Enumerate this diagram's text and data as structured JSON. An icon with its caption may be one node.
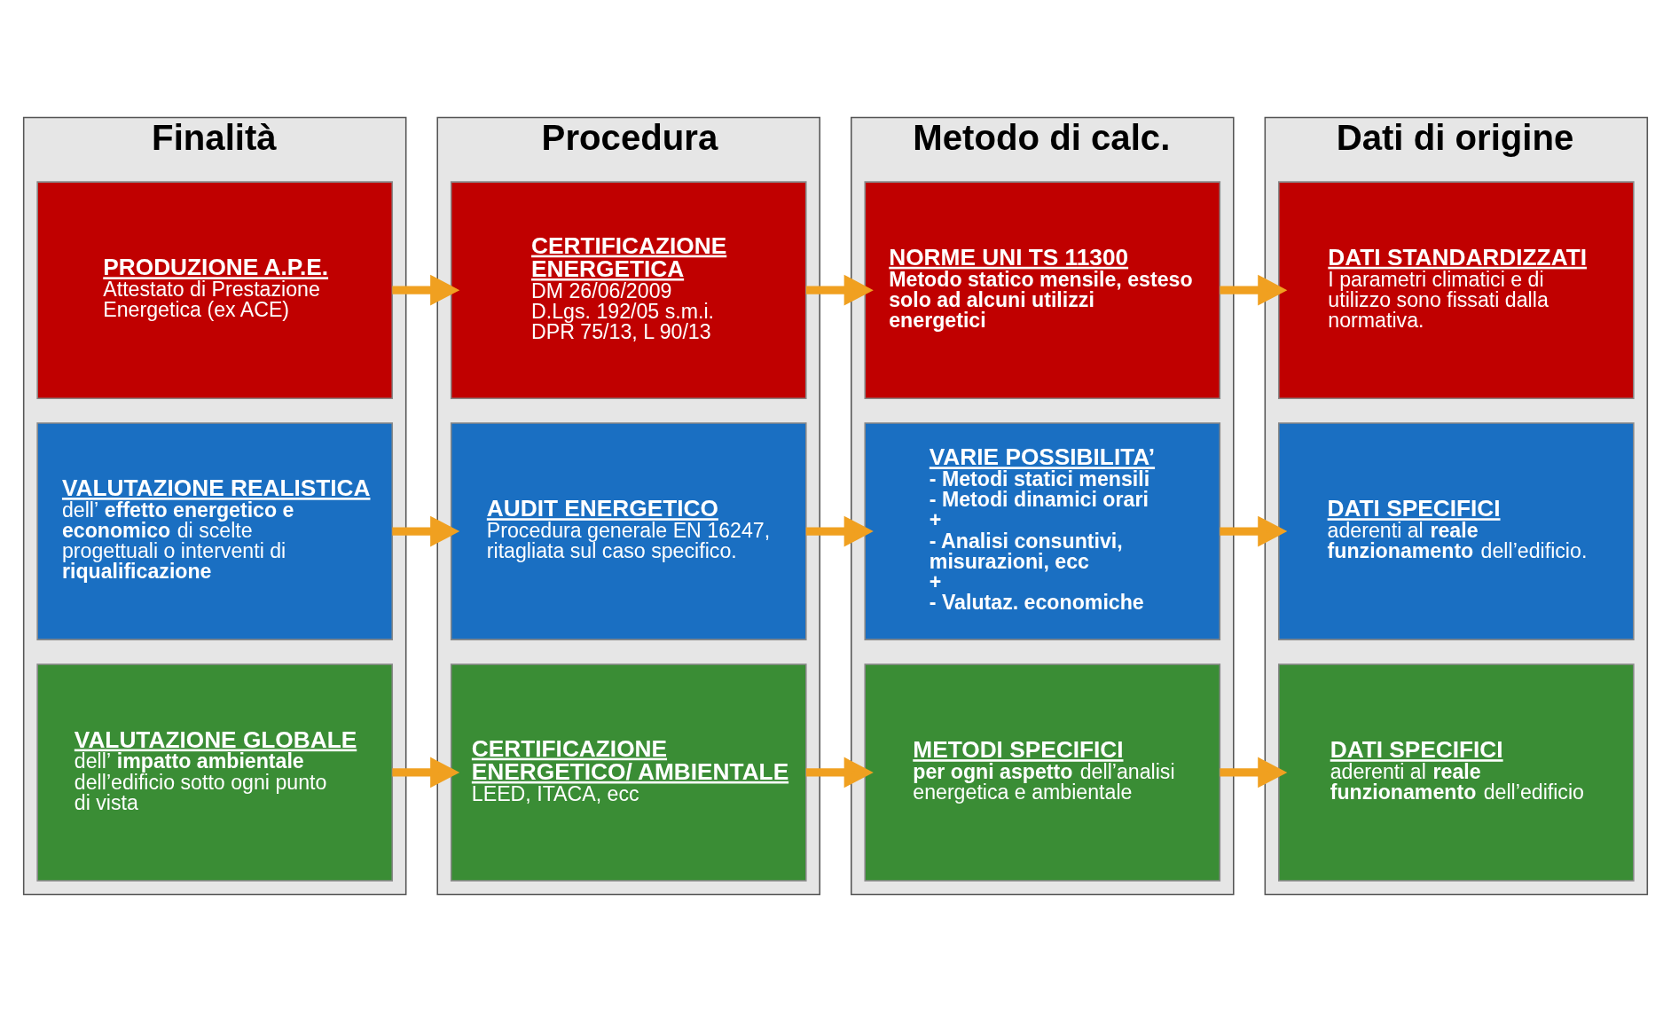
{
  "diagram": {
    "nodes": [
      {
        "text": [
          "Finalità"
        ]
      },
      {
        "text": [
          "PRODUZIONE A.P.E.",
          "Attestato di Prestazione Energetica  (ex ACE)"
        ],
        "in": 0
      },
      {
        "text": [
          "VALUTAZIONE REALISTICA",
          "dell’**effetto energetico e economico** di scelte progettuali o interventi di **riqualificazione**"
        ],
        "in": 0
      },
      {
        "text": [
          "VALUTAZIONE GLOBALE",
          "dell’**impatto ambientale** dell’edificio sotto ogni punto di vista"
        ],
        "in": 0
      },
      {
        "text": [
          "Procedura"
        ]
      },
      {
        "text": [
          "CERTIFICAZIONE ENERGETICA",
          "DM 26/06/2009",
          "D.Lgs. 192/05 s.m.i.",
          "DPR 75/13, L 90/13"
        ],
        "in": 4
      },
      {
        "text": [
          "AUDIT ENERGETICO",
          "Procedura generale EN 16247, ritagliata sul caso specifico."
        ],
        "in": 4
      },
      {
        "text": [
          "CERTIFICAZIONE ENERGETICO/ AMBIENTALE",
          "LEED, ITACA, ecc"
        ],
        "in": 4
      },
      {
        "text": [
          "Metodo di calc."
        ]
      },
      {
        "text": [
          "NORME UNI TS 11300",
          "Metodo statico mensile, esteso solo ad alcuni utilizzi energetici"
        ],
        "in": 8
      },
      {
        "text": [
          "VARIE POSSIBILITA’",
          "- Metodi statici mensili",
          "- Metodi dinamici orari",
          "+",
          "- Analisi consuntivi, misurazioni, ecc",
          "+",
          "- Valutaz. economiche"
        ],
        "in": 8
      },
      {
        "text": [
          "METODI SPECIFICI",
          "**per ogni aspetto** dell’analisi energetica e ambientale"
        ],
        "in": 8
      },
      {
        "text": [
          "Dati di origine"
        ]
      },
      {
        "text": [
          "DATI STANDARDIZZATI",
          "I parametri climatici e di utilizzo sono fissati dalla normativa."
        ],
        "in": 12
      },
      {
        "text": [
          "DATI SPECIFICI",
          "aderenti al **reale funzionamento** dell’edificio."
        ],
        "in": 12
      },
      {
        "text": [
          "DATI SPECIFICI",
          "aderenti al **reale funzionamento** dell’edificio"
        ],
        "in": 12
      }
    ],
    "edges": [
      {
        "from": 1,
        "to": 5,
        "arrow": "to"
      },
      {
        "from": 2,
        "to": 6,
        "arrow": "to"
      },
      {
        "from": 3,
        "to": 7,
        "arrow": "to"
      },
      {
        "from": 5,
        "to": 9,
        "arrow": "to"
      },
      {
        "from": 6,
        "to": 10,
        "arrow": "to"
      },
      {
        "from": 7,
        "to": 11,
        "arrow": "to"
      },
      {
        "from": 9,
        "to": 13,
        "arrow": "to"
      },
      {
        "from": 10,
        "to": 14,
        "arrow": "to"
      },
      {
        "from": 11,
        "to": 15,
        "arrow": "to"
      }
    ]
  }
}
